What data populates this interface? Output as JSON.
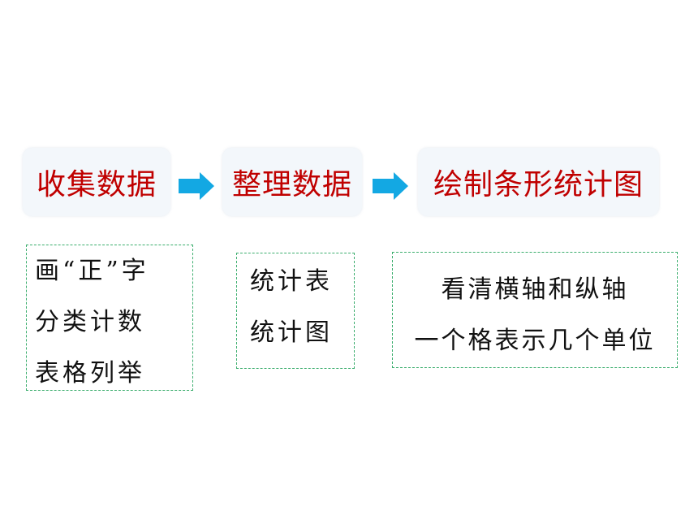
{
  "steps": [
    {
      "label": "收集数据"
    },
    {
      "label": "整理数据"
    },
    {
      "label": "绘制条形统计图"
    }
  ],
  "notes": [
    {
      "lines": [
        "画“正”字",
        "分类计数",
        "表格列举"
      ]
    },
    {
      "lines": [
        "统计表",
        "统计图"
      ]
    },
    {
      "lines": [
        "看清横轴和纵轴",
        "一个格表示几个单位"
      ]
    }
  ],
  "colors": {
    "step_text": "#c00000",
    "step_background": "#f3f7fb",
    "arrow": "#13a8e3",
    "note_border": "#3cae6e"
  },
  "icons": {
    "arrow": "right-arrow-icon"
  }
}
